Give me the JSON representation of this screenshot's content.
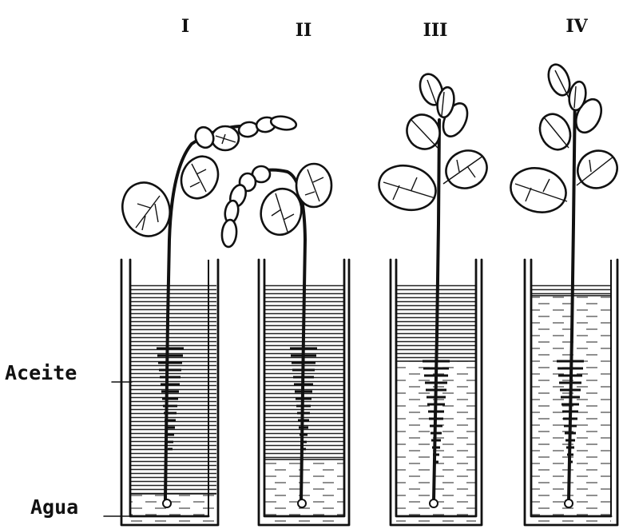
{
  "figure": {
    "labels": {
      "oil": "Aceite",
      "water": "Agua"
    },
    "vessels": [
      {
        "numeral": "I",
        "oil_layer": "full",
        "plant_state": "wilted"
      },
      {
        "numeral": "II",
        "oil_layer": "most",
        "plant_state": "wilted"
      },
      {
        "numeral": "III",
        "oil_layer": "top",
        "plant_state": "upright"
      },
      {
        "numeral": "IV",
        "oil_layer": "thin",
        "plant_state": "upright"
      }
    ]
  }
}
